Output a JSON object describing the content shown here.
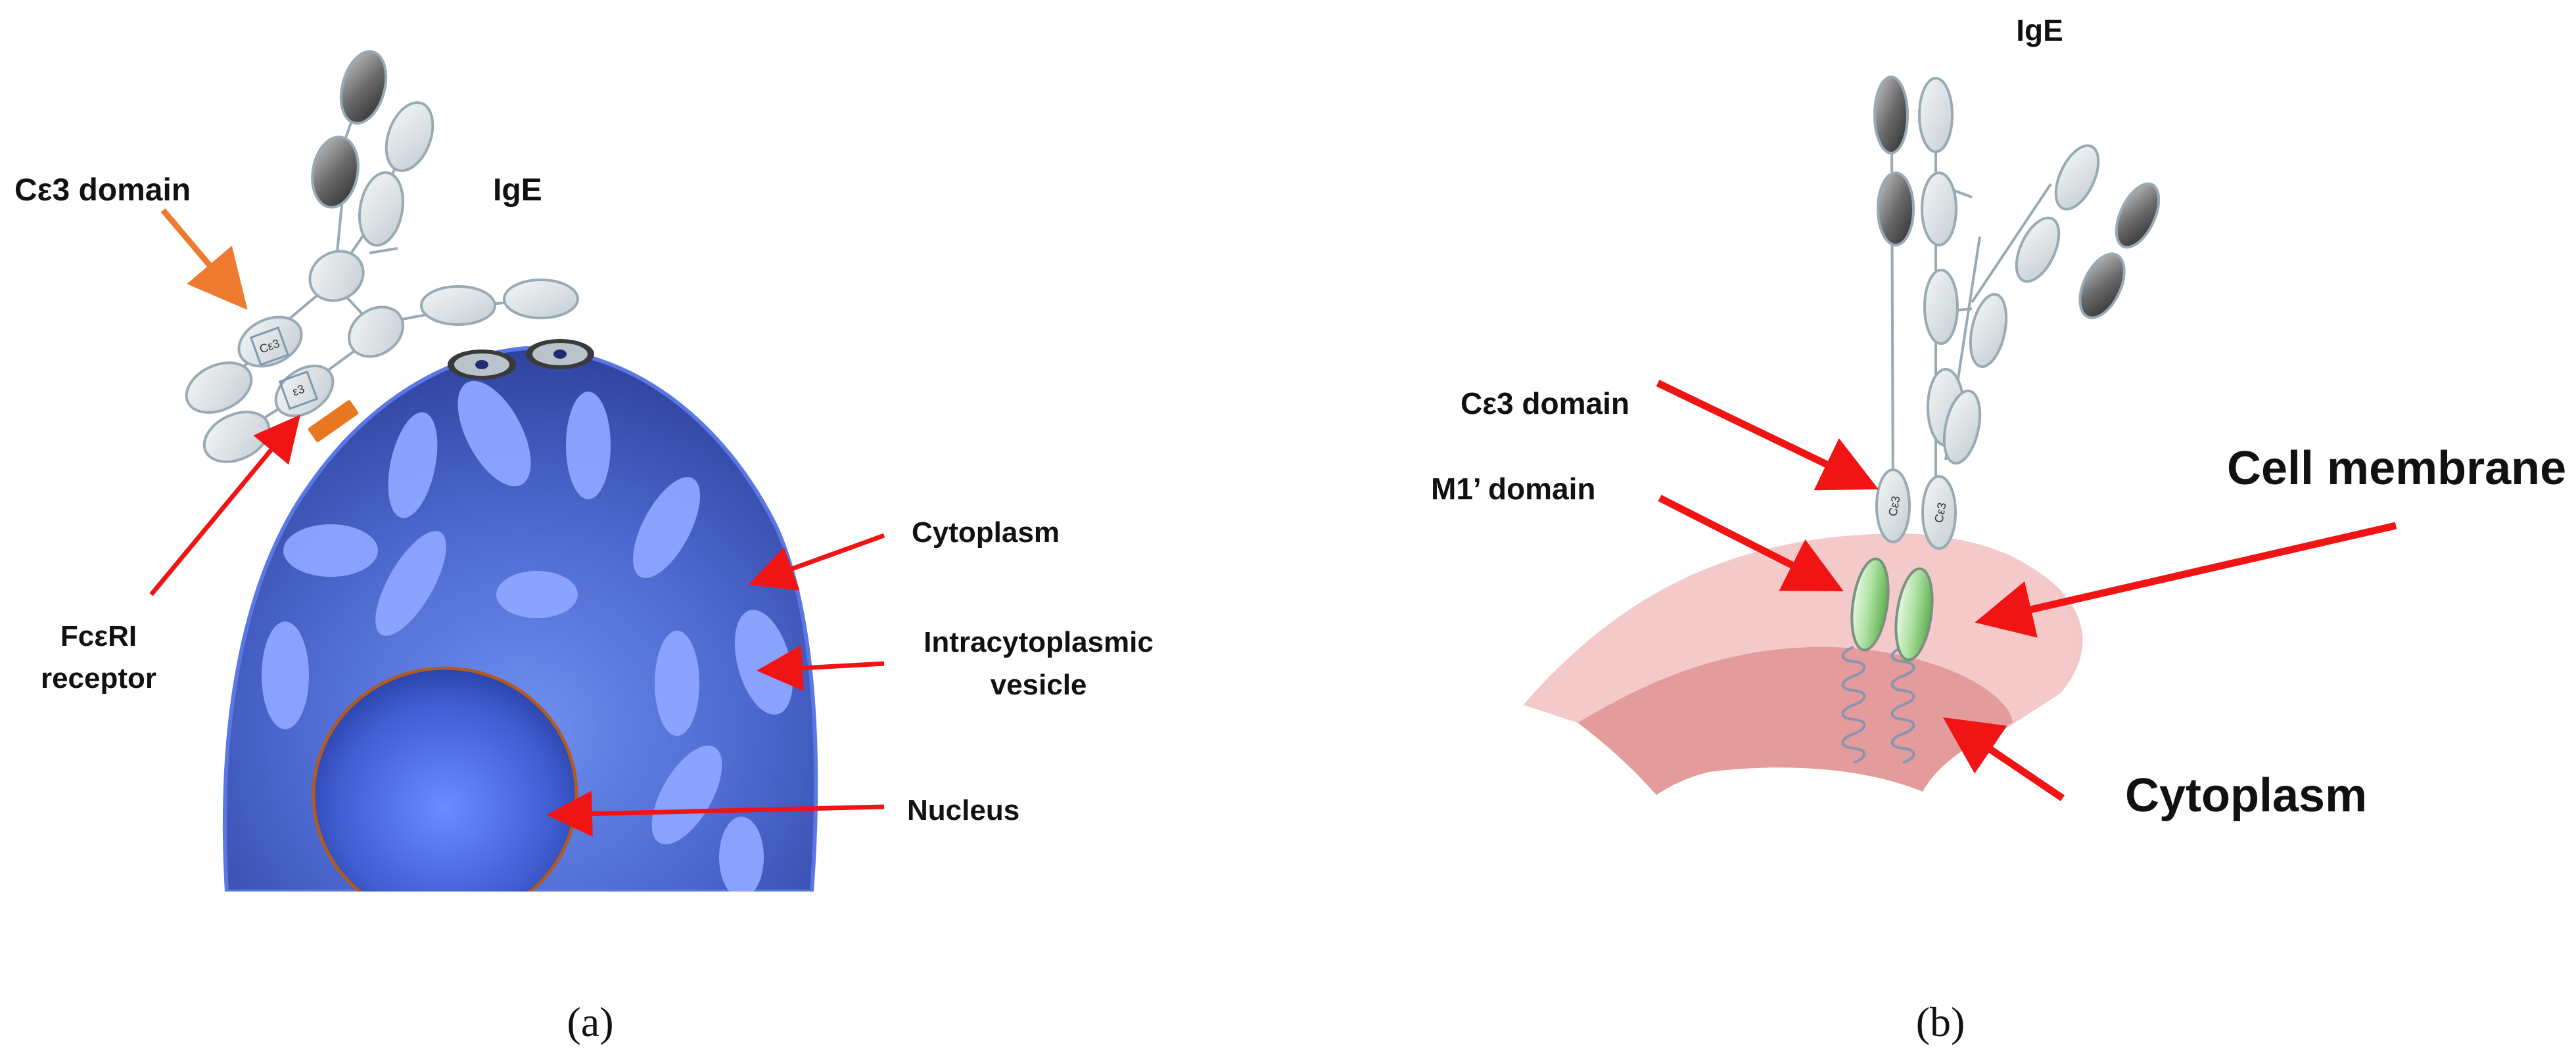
{
  "colors": {
    "cell_body": "#3d55b8",
    "cell_highlight": "#6f90f2",
    "vesicle": "#8ea6ff",
    "nucleus": "#4c6fe0",
    "nucleus_outline": "#b35a1e",
    "ige_domain": "#dfe5e8",
    "ige_variable_dark": "#5a5a5a",
    "fce_receptor": "#e87722",
    "membrane_outer": "#f2c4c4",
    "membrane_inner": "#e39b9b",
    "m1_domain": "#a9df9c",
    "arrow_red": "#f01414",
    "arrow_orange": "#ee7a30"
  },
  "panel_a": {
    "label_ce3": "Cε3 domain",
    "label_ige": "IgE",
    "label_receptor_line1": "FcεRI",
    "label_receptor_line2": "receptor",
    "label_cytoplasm": "Cytoplasm",
    "label_vesicle_line1": "Intracytoplasmic",
    "label_vesicle_line2": "vesicle",
    "label_nucleus": "Nucleus",
    "domain_tag_1": "Cε3",
    "domain_tag_2": "ε3",
    "caption": "(a)"
  },
  "panel_b": {
    "label_ige": "IgE",
    "label_ce3": "Cε3 domain",
    "label_m1": "M1’ domain",
    "label_membrane": "Cell membrane",
    "label_cytoplasm": "Cytoplasm",
    "domain_tag_1": "Cε3",
    "domain_tag_2": "Cε3",
    "caption": "(b)"
  }
}
